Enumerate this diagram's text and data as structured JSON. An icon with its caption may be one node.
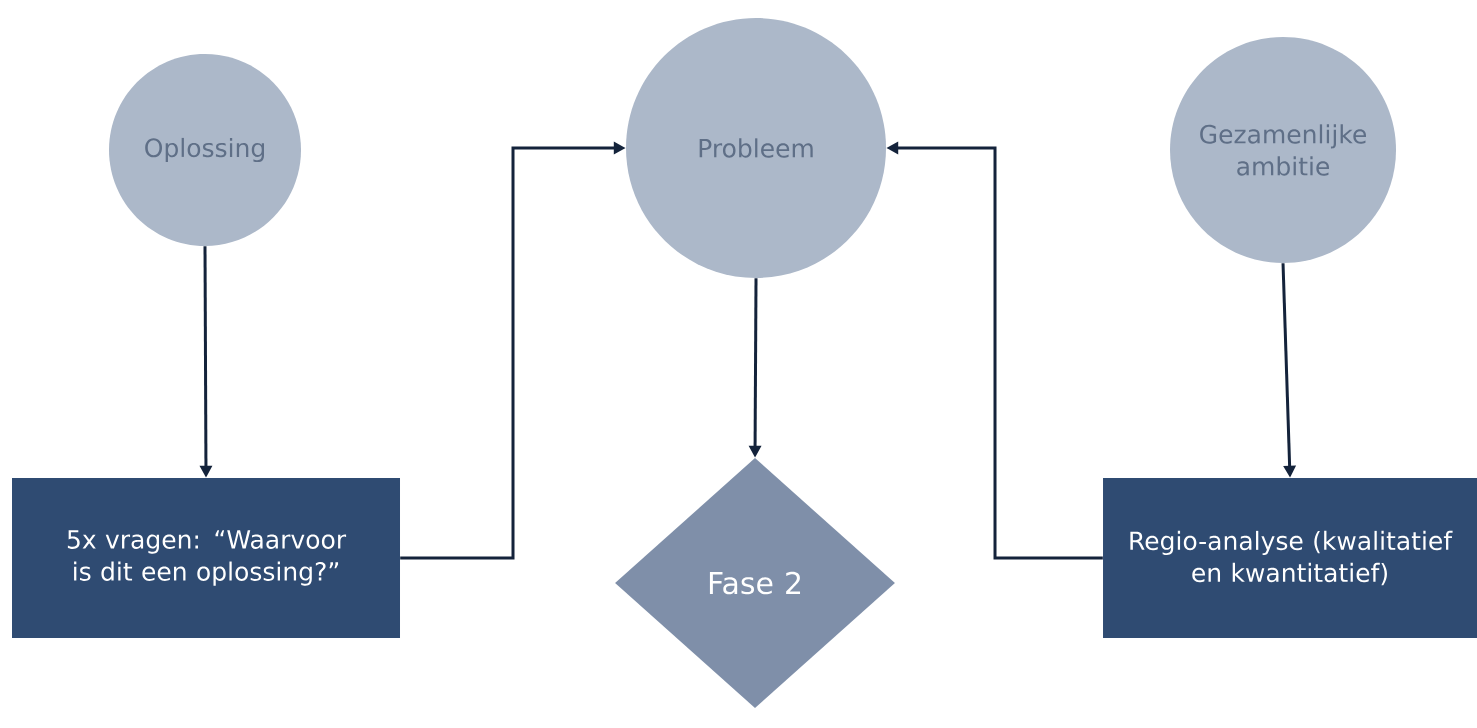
{
  "diagram": {
    "nodes": [
      {
        "text": [
          "Oplossing"
        ]
      },
      {
        "text": [
          "Probleem"
        ]
      },
      {
        "text": [
          "Gezamenlijke ambitie"
        ]
      },
      {
        "text": [
          "5x vragen: “Waarvoor is dit een oplossing?”"
        ]
      },
      {
        "text": [
          "Fase 2"
        ]
      },
      {
        "text": [
          "Regio-analyse (kwalitatief en kwantitatief)"
        ]
      }
    ],
    "edges": [
      {
        "from": 0,
        "to": 3,
        "arrow": "to"
      },
      {
        "from": 3,
        "to": 1,
        "arrow": "to"
      },
      {
        "from": 1,
        "to": 4,
        "arrow": "to"
      },
      {
        "from": 2,
        "to": 5,
        "arrow": "to"
      },
      {
        "from": 5,
        "to": 1,
        "arrow": "to"
      }
    ]
  }
}
